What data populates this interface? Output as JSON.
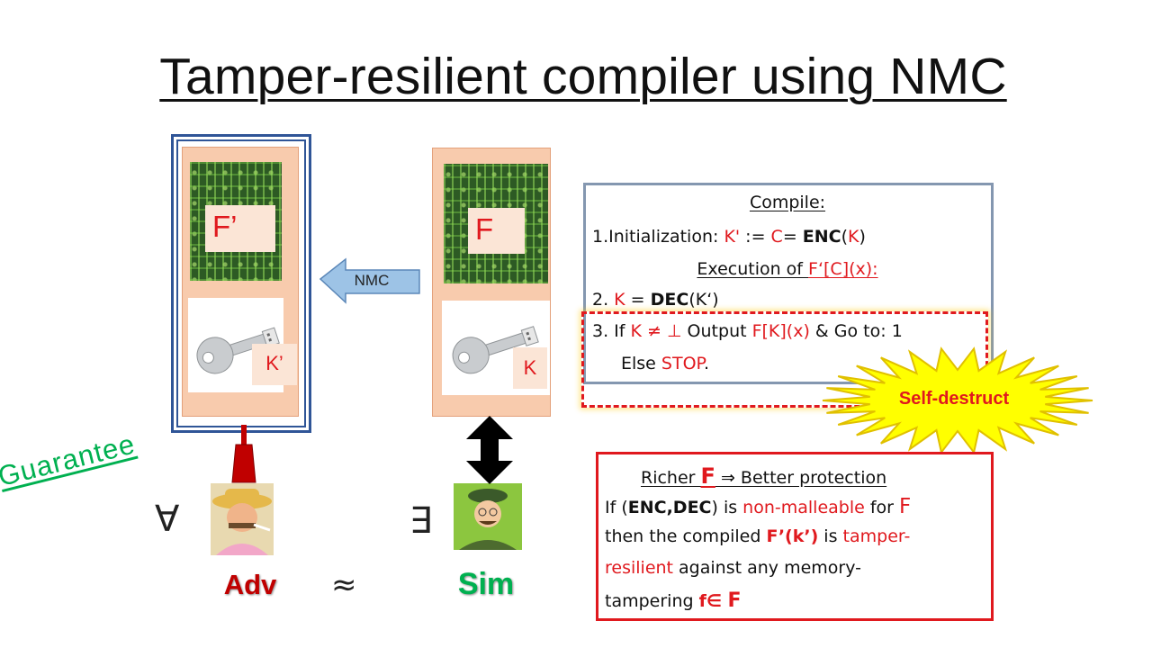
{
  "title": "Tamper-resilient compiler using NMC",
  "left_device": {
    "function_label": "F’",
    "key_label": "K’"
  },
  "right_device": {
    "function_label": "F",
    "key_label": "K"
  },
  "arrow_label": "NMC",
  "compile": {
    "heading": "Compile:",
    "init_prefix": "1.Initialization: ",
    "init_k": "K'",
    "init_assign": " := ",
    "init_c": "C",
    "init_eq": "= ",
    "init_enc": "ENC",
    "init_paren_open": "(",
    "init_key": "K",
    "init_paren_close": ")",
    "exec_prefix": "Execution  of ",
    "exec_call": "F‘[C](x):",
    "step2_num": "2. ",
    "step2_k": "K",
    "step2_eq": " = ",
    "step2_dec": "DEC",
    "step2_arg": "(K‘)",
    "step3_prefix": "3. If ",
    "step3_cond": "K ≠ ⊥",
    "step3_output": " Output ",
    "step3_call": "F[K](x)",
    "step3_goto": " & Go to: 1",
    "else_prefix": "Else ",
    "else_stop": "STOP",
    "else_dot": "."
  },
  "self_destruct": "Self-destruct",
  "richer": {
    "head_text": "Richer ",
    "head_f": "F",
    "head_rest": " ⇒ Better protection",
    "l1_a": "If (",
    "l1_b": "ENC,DEC",
    "l1_c": ") is ",
    "l1_d": "non-malleable",
    "l1_e": " for ",
    "l1_f": "F",
    "l2_a": "then the compiled ",
    "l2_b": "F’(k’)",
    "l2_c": " is ",
    "l2_d": "tamper-",
    "l3_a": "resilient",
    "l3_b": " against any memory-",
    "l4_a": "tampering  ",
    "l4_b": "f∈ ",
    "l4_c": "F"
  },
  "guarantee": "Guarantee",
  "forall": "∀",
  "exists": "∃",
  "approx": "≈",
  "adv": "Adv",
  "sim": "Sim",
  "colors": {
    "red": "#e0191e",
    "blue": "#2f5597",
    "green": "#00b050",
    "peach": "#f8cbad",
    "arrow": "#9dc3e6"
  }
}
